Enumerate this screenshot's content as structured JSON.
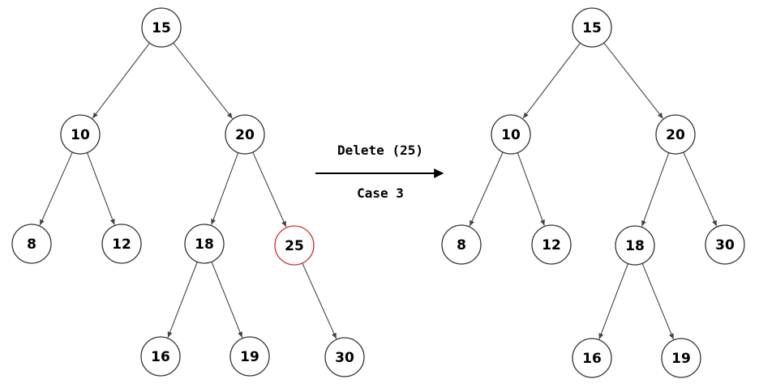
{
  "operation": {
    "label": "Delete (25)",
    "case_label": "Case 3"
  },
  "colors": {
    "node_stroke": "#333333",
    "highlight_stroke": "#d32f2f",
    "edge": "#444444"
  },
  "trees": {
    "before": {
      "nodes": [
        {
          "id": "b15",
          "label": "15"
        },
        {
          "id": "b10",
          "label": "10"
        },
        {
          "id": "b20",
          "label": "20"
        },
        {
          "id": "b8",
          "label": "8"
        },
        {
          "id": "b12",
          "label": "12"
        },
        {
          "id": "b18",
          "label": "18"
        },
        {
          "id": "b25",
          "label": "25",
          "highlight": true
        },
        {
          "id": "b16",
          "label": "16"
        },
        {
          "id": "b19",
          "label": "19"
        },
        {
          "id": "b30",
          "label": "30"
        }
      ],
      "edges": [
        [
          "b15",
          "b10"
        ],
        [
          "b15",
          "b20"
        ],
        [
          "b10",
          "b8"
        ],
        [
          "b10",
          "b12"
        ],
        [
          "b20",
          "b18"
        ],
        [
          "b20",
          "b25"
        ],
        [
          "b18",
          "b16"
        ],
        [
          "b18",
          "b19"
        ],
        [
          "b25",
          "b30"
        ]
      ]
    },
    "after": {
      "nodes": [
        {
          "id": "a15",
          "label": "15"
        },
        {
          "id": "a10",
          "label": "10"
        },
        {
          "id": "a20",
          "label": "20"
        },
        {
          "id": "a8",
          "label": "8"
        },
        {
          "id": "a12",
          "label": "12"
        },
        {
          "id": "a18",
          "label": "18"
        },
        {
          "id": "a30",
          "label": "30"
        },
        {
          "id": "a16",
          "label": "16"
        },
        {
          "id": "a19",
          "label": "19"
        }
      ],
      "edges": [
        [
          "a15",
          "a10"
        ],
        [
          "a15",
          "a20"
        ],
        [
          "a10",
          "a8"
        ],
        [
          "a10",
          "a12"
        ],
        [
          "a20",
          "a18"
        ],
        [
          "a20",
          "a30"
        ],
        [
          "a18",
          "a16"
        ],
        [
          "a18",
          "a19"
        ]
      ]
    }
  }
}
